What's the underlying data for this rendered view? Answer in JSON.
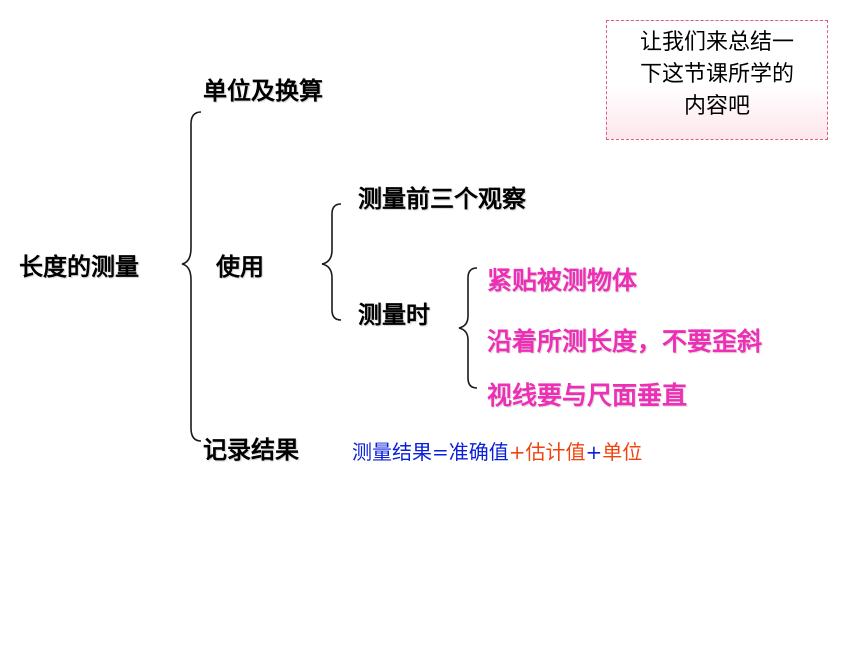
{
  "diagram": {
    "root": "长度的测量",
    "branches": {
      "unit": "单位及换算",
      "use": "使用",
      "record": "记录结果"
    },
    "use_children": {
      "before": "测量前三个观察",
      "during": "测量时"
    },
    "during_children": [
      "紧贴被测物体",
      "沿着所测长度，不要歪斜",
      "视线要与尺面垂直"
    ],
    "formula": {
      "part1": "测量结果=准确值",
      "plus1": "+",
      "part2": "估计值",
      "plus2": "+",
      "part3": "单位"
    }
  },
  "note": {
    "lines": [
      "让我们来总结一",
      "下这节课所学的",
      "内容吧"
    ]
  },
  "colors": {
    "black_text": "#000000",
    "pink_text": "#ee2fb6",
    "blue_text": "#0a1fd8",
    "orange_text": "#f04410",
    "brace_stroke": "#1a1a1a",
    "note_border": "#d9607e",
    "note_fill_bottom": "#fde6ec"
  }
}
